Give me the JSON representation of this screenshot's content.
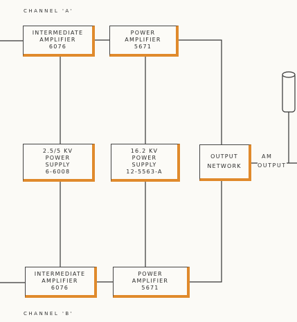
{
  "channel_top_label": "CHANNEL 'A'",
  "channel_bottom_label": "CHANNEL 'B'",
  "blocks": {
    "ia_a": [
      "INTERMEDIATE",
      "AMPLIFIER",
      "6076"
    ],
    "pa_a": [
      "POWER",
      "AMPLIFIER",
      "5671"
    ],
    "ps_25": [
      "2.5/5 KV",
      "POWER",
      "SUPPLY",
      "6-6008"
    ],
    "ps_16": [
      "16.2 KV",
      "POWER",
      "SUPPLY",
      "12-5563-A"
    ],
    "out_net": [
      "OUTPUT",
      "NETWORK"
    ],
    "ia_b": [
      "INTERMEDIATE",
      "AMPLIFIER",
      "6076"
    ],
    "pa_b": [
      "POWER",
      "AMPLIFIER",
      "5671"
    ]
  },
  "am_output_label": [
    "AM",
    "OUTPUT"
  ]
}
